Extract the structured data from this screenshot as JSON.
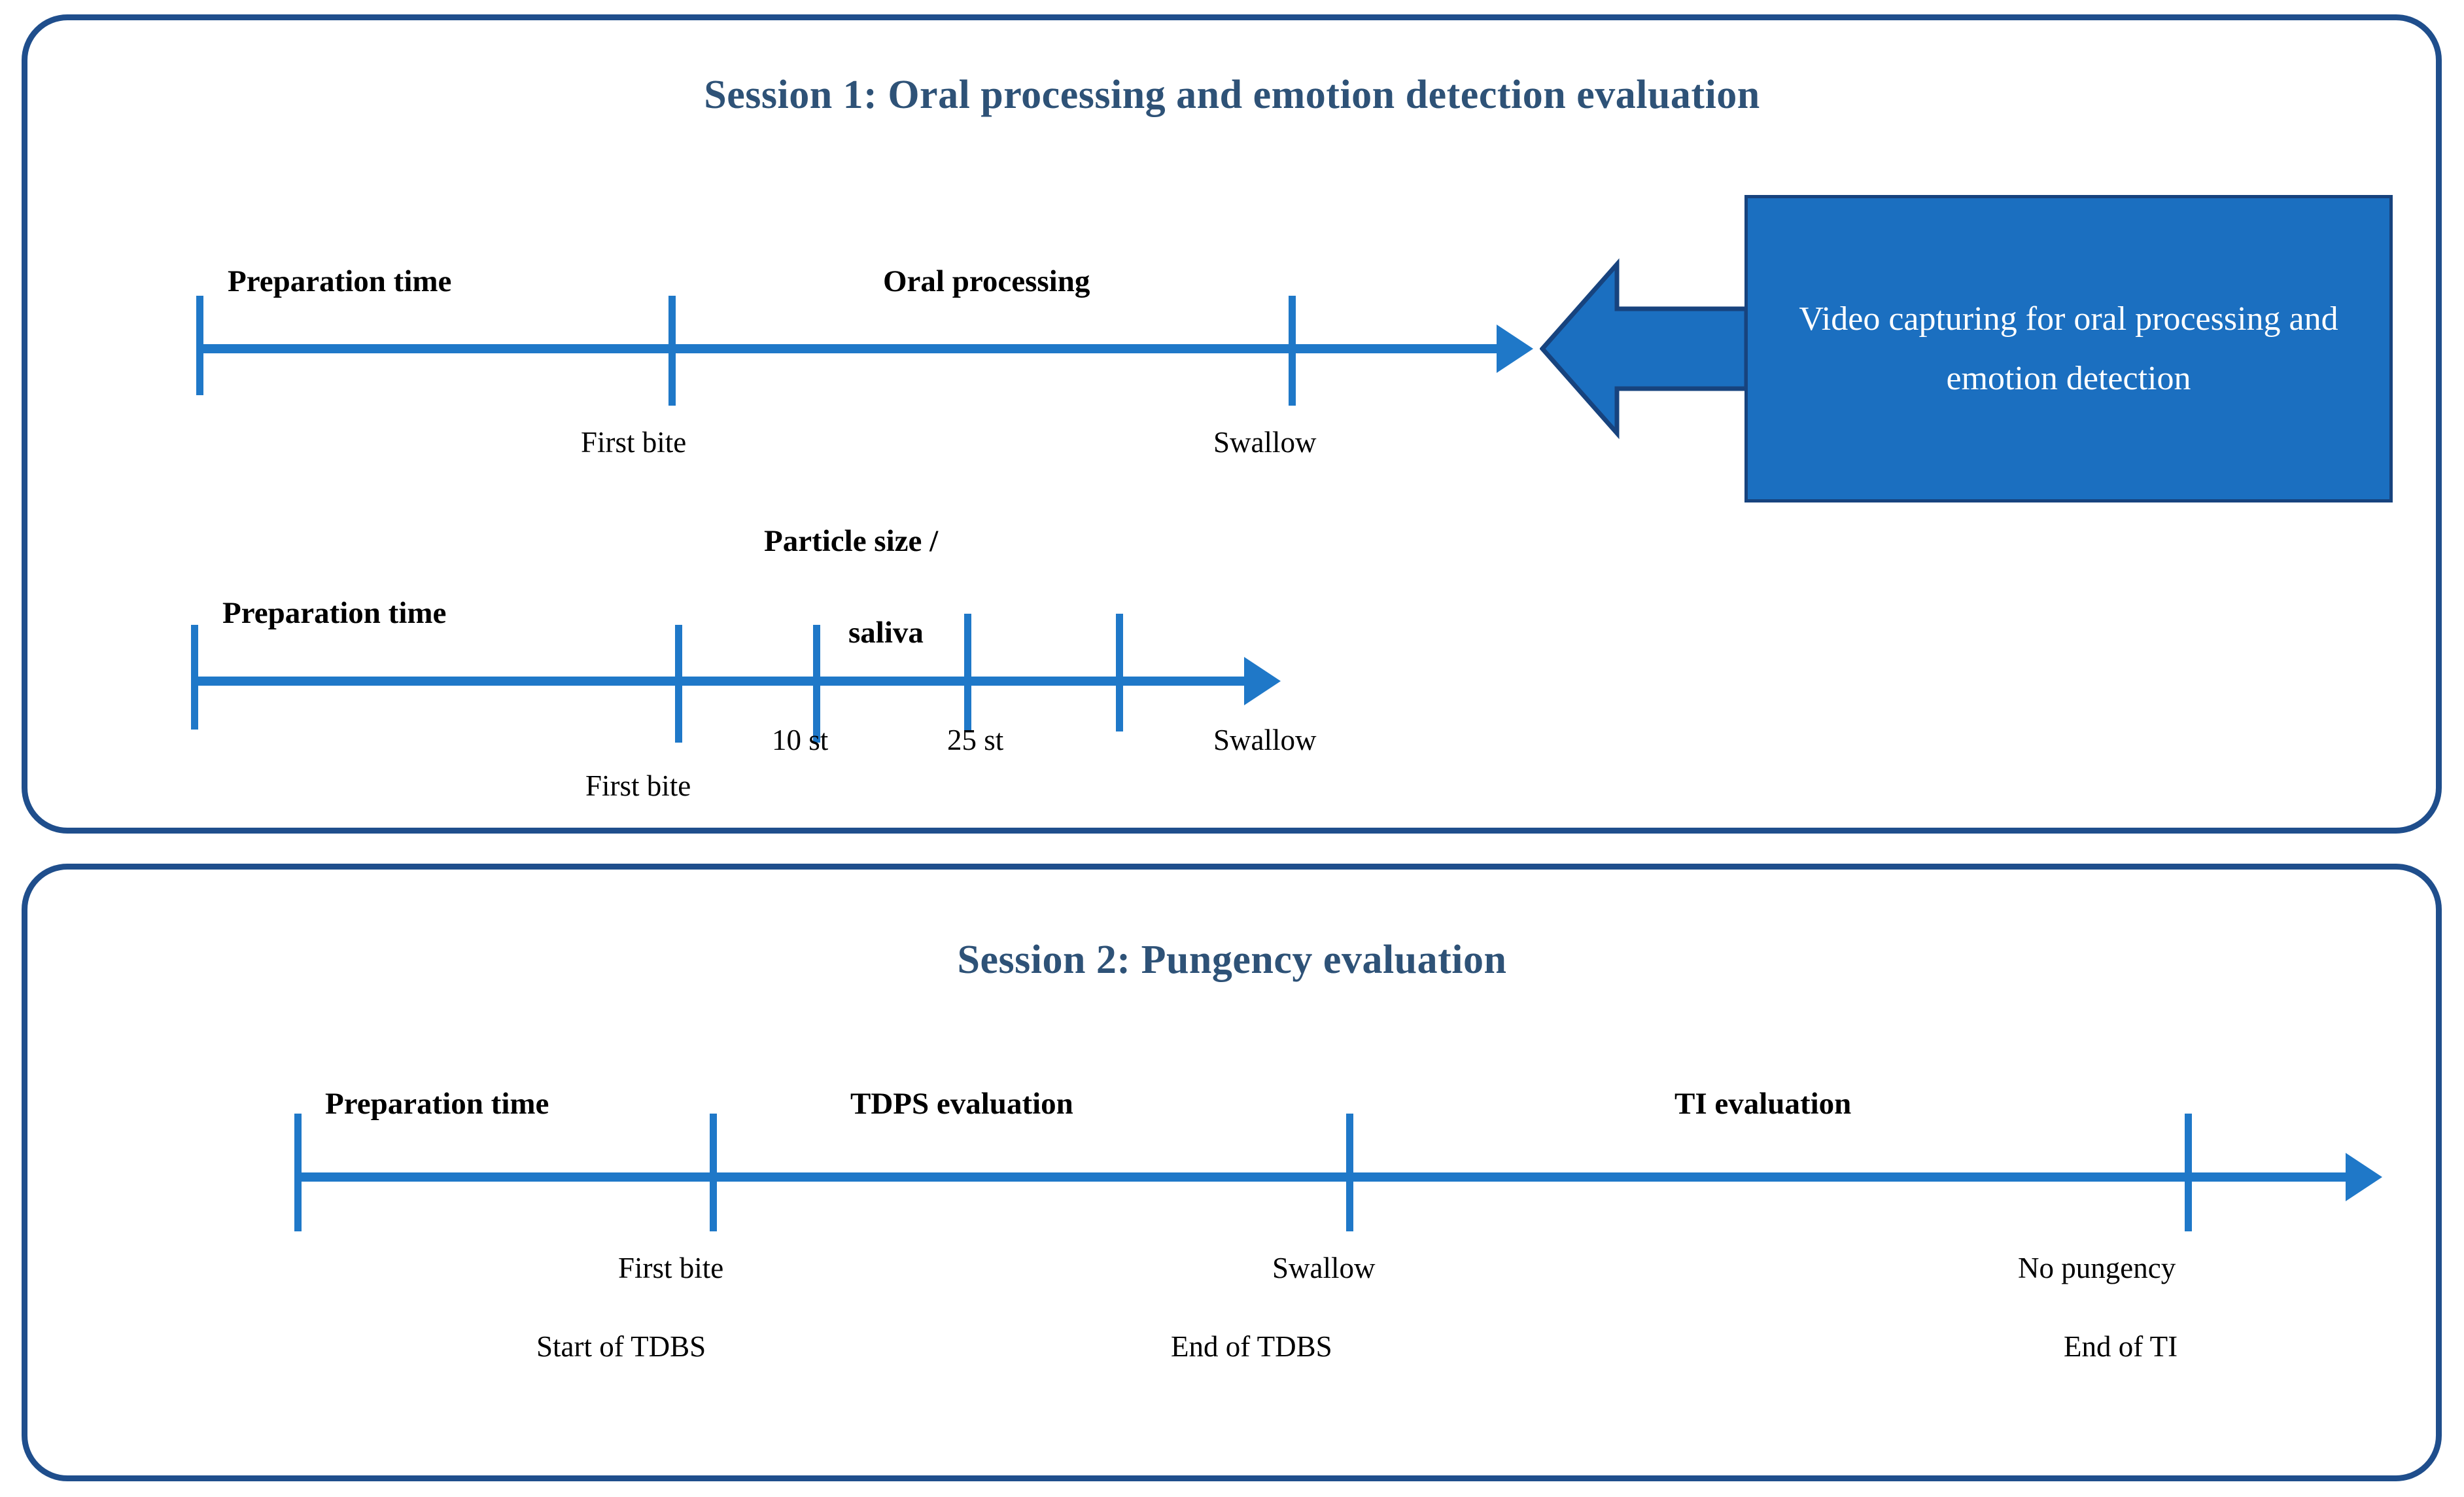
{
  "colors": {
    "card_border": "#1F4E8C",
    "title_text": "#2E5277",
    "timeline": "#1F78C8",
    "callout_fill": "#1B6FC0",
    "callout_border": "#17437E",
    "callout_text": "#FFFFFF",
    "label_text": "#000000"
  },
  "sessions": [
    {
      "id": "session-1",
      "title": "Session 1: Oral processing and emotion detection evaluation",
      "timelines": [
        {
          "id": "timeline-oral-processing",
          "segment_labels": [
            "Preparation time",
            "Oral processing"
          ],
          "tick_labels": [
            "First bite",
            "Swallow"
          ]
        },
        {
          "id": "timeline-particle-size",
          "segment_labels": [
            "Preparation time",
            "Particle size /",
            "saliva"
          ],
          "tick_labels": [
            "First bite",
            "10 st",
            "25 st",
            "Swallow"
          ]
        }
      ],
      "callout": {
        "text": "Video capturing for oral processing and emotion detection"
      }
    },
    {
      "id": "session-2",
      "title": "Session 2: Pungency evaluation",
      "timelines": [
        {
          "id": "timeline-pungency",
          "segment_labels": [
            "Preparation time",
            "TDPS evaluation",
            "TI evaluation"
          ],
          "tick_labels": [
            {
              "line1": "First bite",
              "line2": "Start of TDBS"
            },
            {
              "line1": "Swallow",
              "line2": "End of TDBS"
            },
            {
              "line1": "No pungency",
              "line2": "End of TI"
            }
          ]
        }
      ]
    }
  ]
}
